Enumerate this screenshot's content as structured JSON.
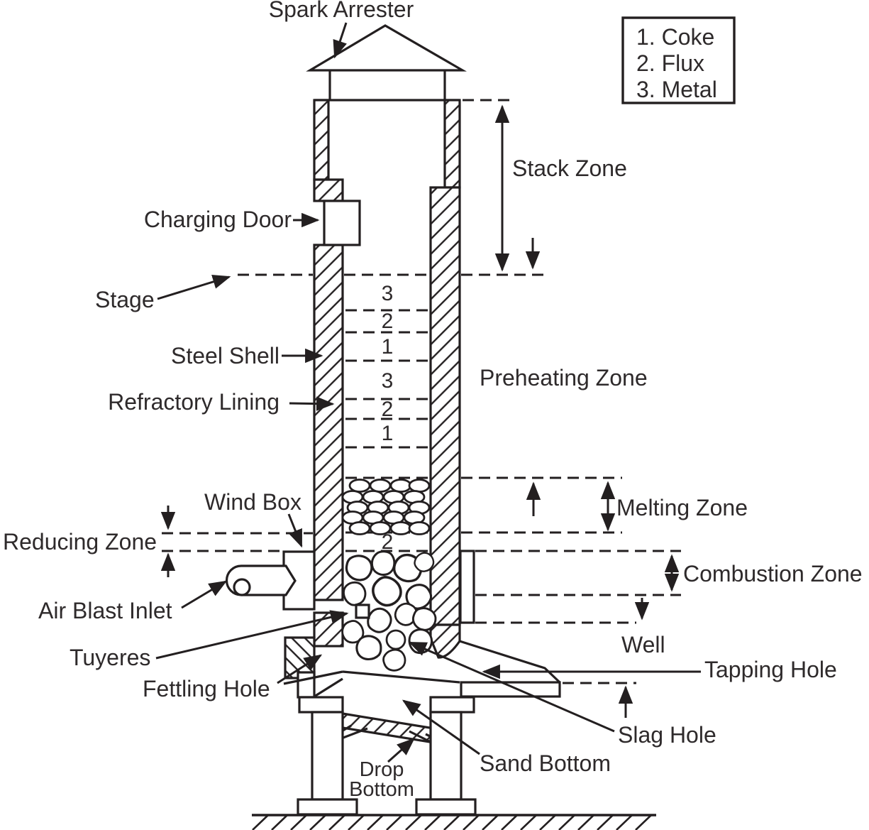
{
  "figure": {
    "type": "diagram",
    "subject": "Cupola furnace cross-section"
  },
  "colors": {
    "ink": "#231f20",
    "text": "#2e2a2b",
    "background": "#ffffff"
  },
  "labels": {
    "spark_arrester": "Spark Arrester",
    "charging_door": "Charging Door",
    "stage": "Stage",
    "steel_shell": "Steel Shell",
    "refractory_lining": "Refractory Lining",
    "preheating_zone": "Preheating Zone",
    "wind_box": "Wind Box",
    "reducing_zone": "Reducing Zone",
    "air_blast_inlet": "Air Blast Inlet",
    "tuyeres": "Tuyeres",
    "fettling_hole": "Fettling Hole",
    "stack_zone": "Stack Zone",
    "melting_zone": "Melting Zone",
    "combustion_zone": "Combustion Zone",
    "well": "Well",
    "tapping_hole": "Tapping Hole",
    "slag_hole": "Slag Hole",
    "sand_bottom": "Sand Bottom",
    "drop_bottom_line1": "Drop",
    "drop_bottom_line2": "Bottom"
  },
  "charge_layers": [
    "3",
    "2",
    "1",
    "3",
    "2",
    "1"
  ],
  "flux_layer_number": "2",
  "legend": {
    "items": [
      "1. Coke",
      "2. Flux",
      "3. Metal"
    ]
  }
}
